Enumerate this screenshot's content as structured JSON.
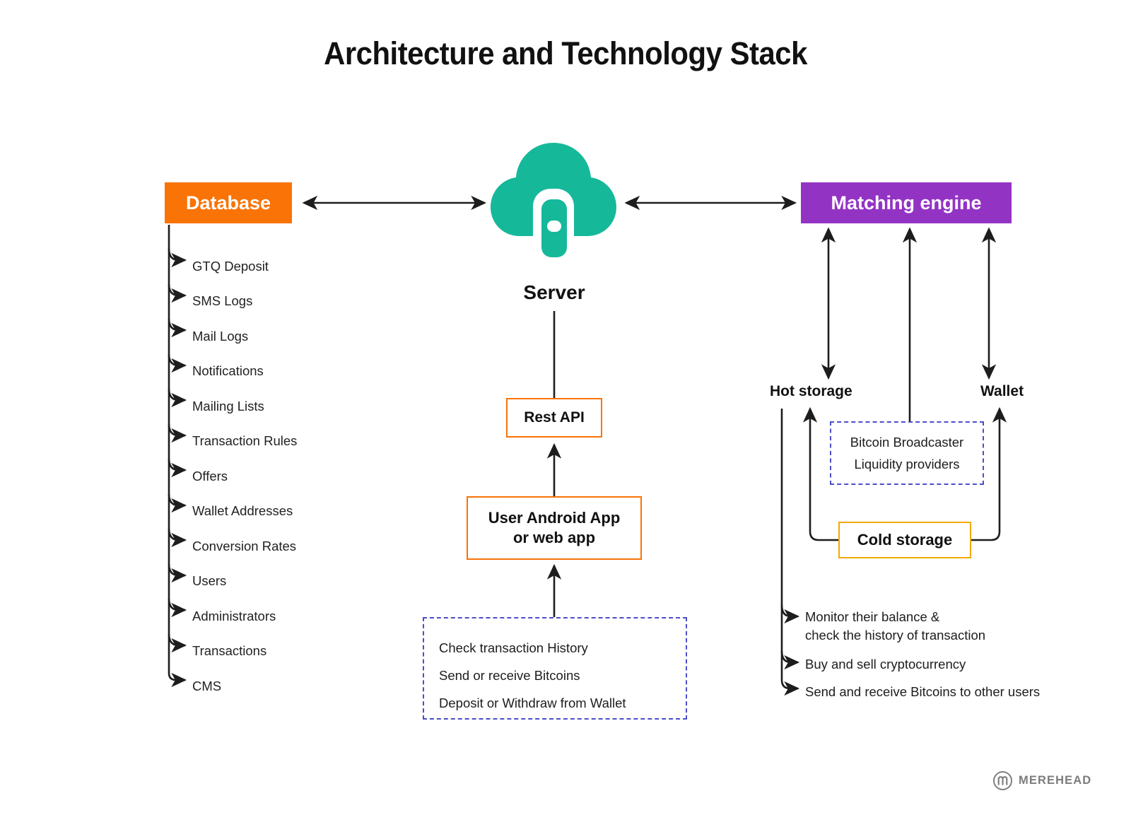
{
  "page": {
    "title": "Architecture and Technology Stack",
    "background": "#FFFFFF"
  },
  "colors": {
    "database_accent": "#F97306",
    "matching_accent": "#9333C4",
    "server_accent": "#16B89A",
    "dashed_accent": "#4B4FC8",
    "cold_storage_accent": "#F2A900",
    "line": "#1d1d1d",
    "footer": "#7C7C7C"
  },
  "database": {
    "title": "Database",
    "items": [
      {
        "label": "GTQ Deposit"
      },
      {
        "label": "SMS Logs"
      },
      {
        "label": "Mail Logs"
      },
      {
        "label": "Notifications"
      },
      {
        "label": "Mailing Lists"
      },
      {
        "label": "Transaction Rules"
      },
      {
        "label": "Offers"
      },
      {
        "label": "Wallet Addresses"
      },
      {
        "label": "Conversion Rates"
      },
      {
        "label": "Users"
      },
      {
        "label": "Administrators"
      },
      {
        "label": "Transactions"
      },
      {
        "label": "CMS"
      }
    ]
  },
  "server": {
    "label": "Server",
    "icon": "cloud-server-icon"
  },
  "center": {
    "rest_api": "Rest API",
    "user_app_line1": "User Android App",
    "user_app_line2": "or web app",
    "user_actions": [
      "Check transaction History",
      "Send or receive Bitcoins",
      "Deposit or Withdraw from Wallet"
    ]
  },
  "matching": {
    "title": "Matching engine",
    "hot_storage": "Hot storage",
    "wallet": "Wallet",
    "cold_storage": "Cold storage",
    "broadcaster": [
      "Bitcoin Broadcaster",
      "Liquidity providers"
    ],
    "capabilities": [
      {
        "line1": "Monitor their balance &",
        "line2": "check the history of transaction"
      },
      {
        "line1": "Buy and sell cryptocurrency",
        "line2": ""
      },
      {
        "line1": "Send and receive Bitcoins to other users",
        "line2": ""
      }
    ]
  },
  "footer": {
    "brand": "MEREHEAD"
  }
}
